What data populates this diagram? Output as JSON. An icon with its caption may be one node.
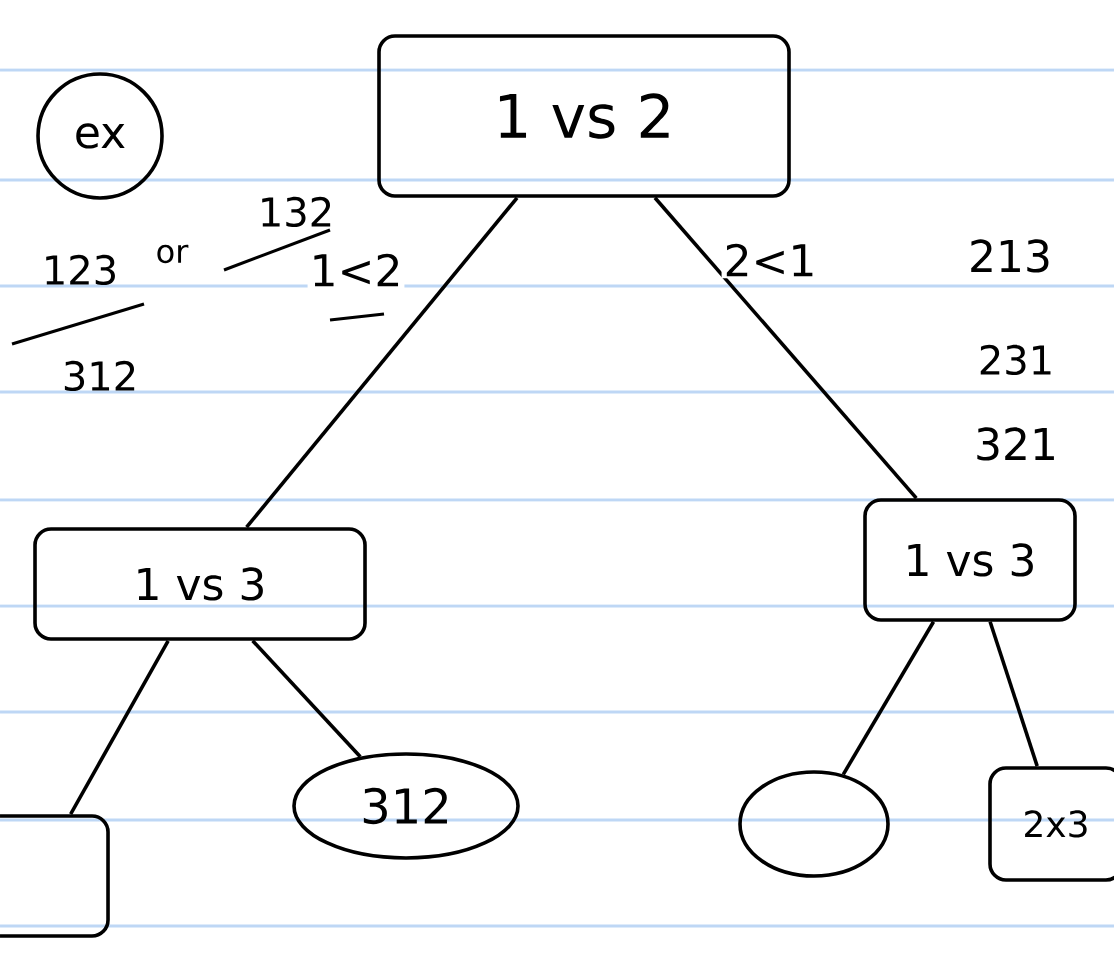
{
  "diagram": {
    "nodes": [
      {
        "text": [
          "ex"
        ]
      },
      {
        "text": [
          "1 vs 2"
        ]
      },
      {
        "text": [
          "1 vs 3"
        ]
      },
      {
        "text": [
          "1 vs 3"
        ]
      },
      {
        "text": [
          "312"
        ]
      },
      {
        "text": [],
        "shape": "box"
      },
      {
        "text": [],
        "shape": "circle"
      },
      {
        "text": [
          "2x3"
        ]
      }
    ],
    "edges": [
      {
        "from": 1,
        "to": 2,
        "arrow": "none",
        "label": "1<2"
      },
      {
        "from": 1,
        "to": 3,
        "arrow": "none",
        "label": "2<1"
      },
      {
        "from": 2,
        "to": 5,
        "arrow": "none"
      },
      {
        "from": 2,
        "to": 4,
        "arrow": "none"
      },
      {
        "from": 3,
        "to": 6,
        "arrow": "none"
      },
      {
        "from": 3,
        "to": 7,
        "arrow": "none"
      }
    ],
    "labels": [
      "123",
      "or",
      "132",
      "312",
      "213",
      "231",
      "321"
    ]
  }
}
